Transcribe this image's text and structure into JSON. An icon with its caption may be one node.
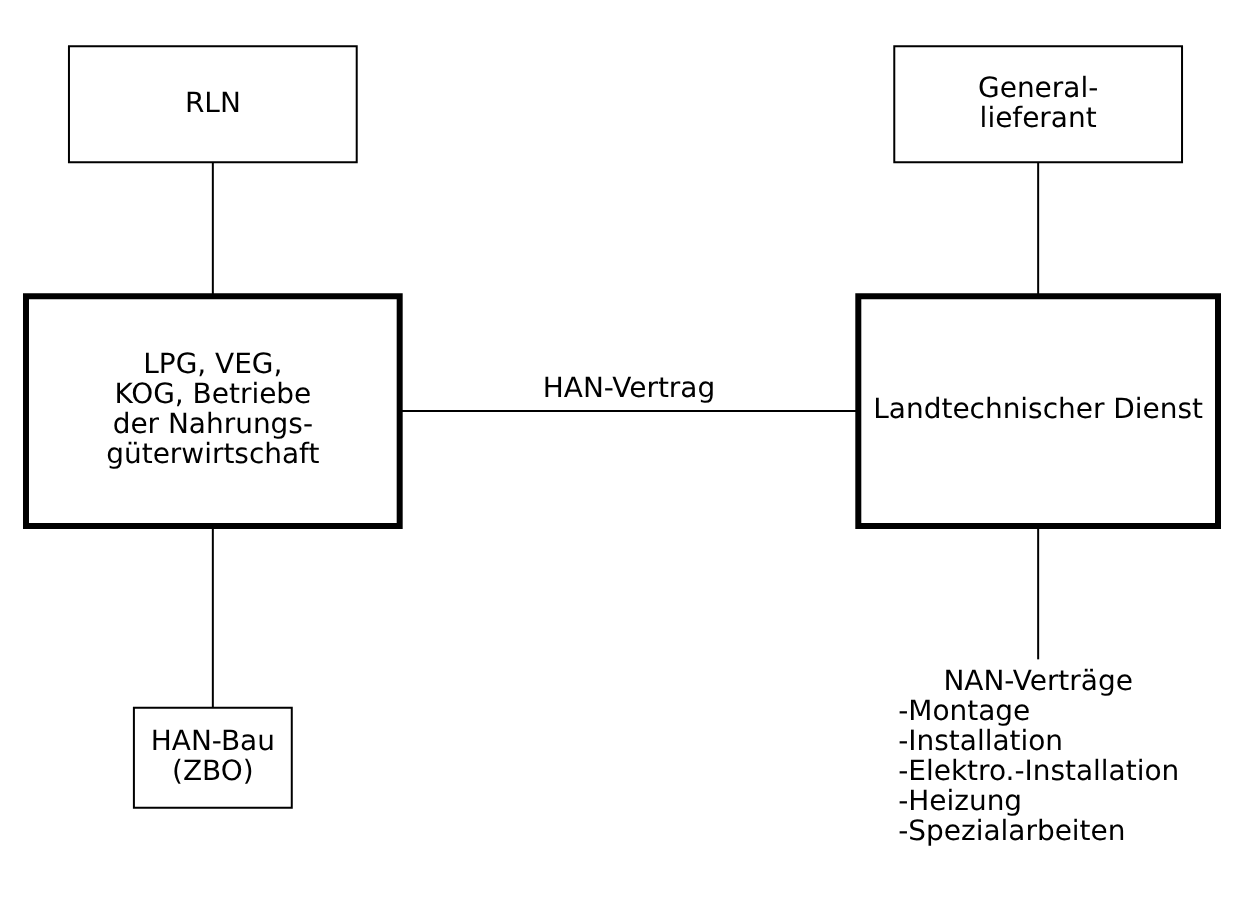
{
  "diagram": {
    "nodes": [
      {
        "text": [
          "RLN"
        ]
      },
      {
        "text": [
          "General- lieferant"
        ]
      },
      {
        "text": [
          "LPG, VEG, KOG, Betriebe der Nahrungs- güterwirtschaft"
        ]
      },
      {
        "text": [
          "Landtechnischer Dienst"
        ]
      },
      {
        "text": [
          "HAN-Bau (ZBO)"
        ]
      },
      {
        "text": [
          "NAN-Verträge",
          "-Montage",
          "-Installation",
          "-Elektro.-Installation",
          "-Heizung",
          "-Spezialarbeiten"
        ]
      }
    ],
    "edges": [
      {
        "from": 0,
        "to": 2,
        "arrow": "none"
      },
      {
        "from": 3,
        "to": 1,
        "arrow": "none"
      },
      {
        "from": 2,
        "to": 3,
        "arrow": "none",
        "label": "HAN-Vertrag"
      },
      {
        "from": 2,
        "to": 4,
        "arrow": "none"
      },
      {
        "from": 3,
        "to": 5,
        "arrow": "none"
      }
    ]
  }
}
